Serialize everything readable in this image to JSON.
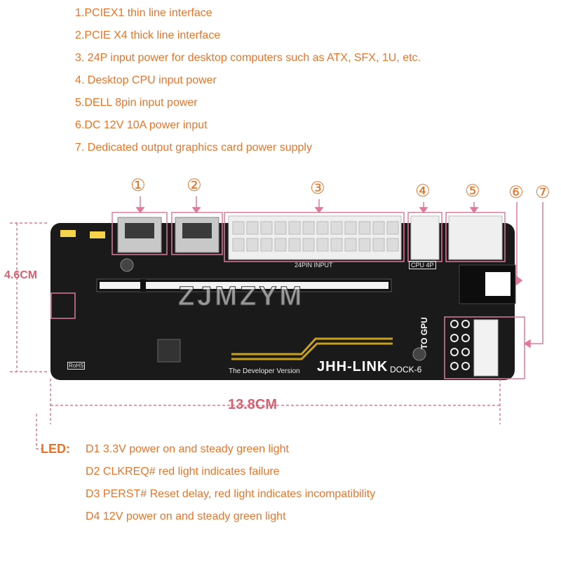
{
  "features": [
    "1.PCIEX1 thin line interface",
    "2.PCIE X4 thick line  interface",
    "3. 24P input power for desktop computers such as ATX, SFX, 1U, etc.",
    "4. Desktop CPU input power",
    "5.DELL 8pin input power",
    "6.DC 12V 10A power input",
    "7. Dedicated output graphics card power supply"
  ],
  "markers": [
    "①",
    "②",
    "③",
    "④",
    "⑤",
    "⑥",
    "⑦"
  ],
  "dimensions": {
    "height": "4.6CM",
    "width": "13.8CM"
  },
  "board": {
    "brand": "JHH-LINK",
    "model": "DOCK-6",
    "edition": "The Developer Version",
    "input_label": "24PIN INPUT",
    "cpu_label": "CPU 4P",
    "gpu_label": "TO GPU",
    "watermark": "ZJMZYM",
    "rohs": "RoHS"
  },
  "led": {
    "title": "LED:",
    "lines": [
      "D1 3.3V power on and steady green light",
      "D2 CLKREQ# red light indicates failure",
      "D3 PERST# Reset delay, red light indicates incompatibility",
      "D4 12V power on and steady green light"
    ]
  },
  "colors": {
    "accent": "#e8742a",
    "highlight_box": "#e07a9a",
    "pcb": "#1a1a1a"
  }
}
